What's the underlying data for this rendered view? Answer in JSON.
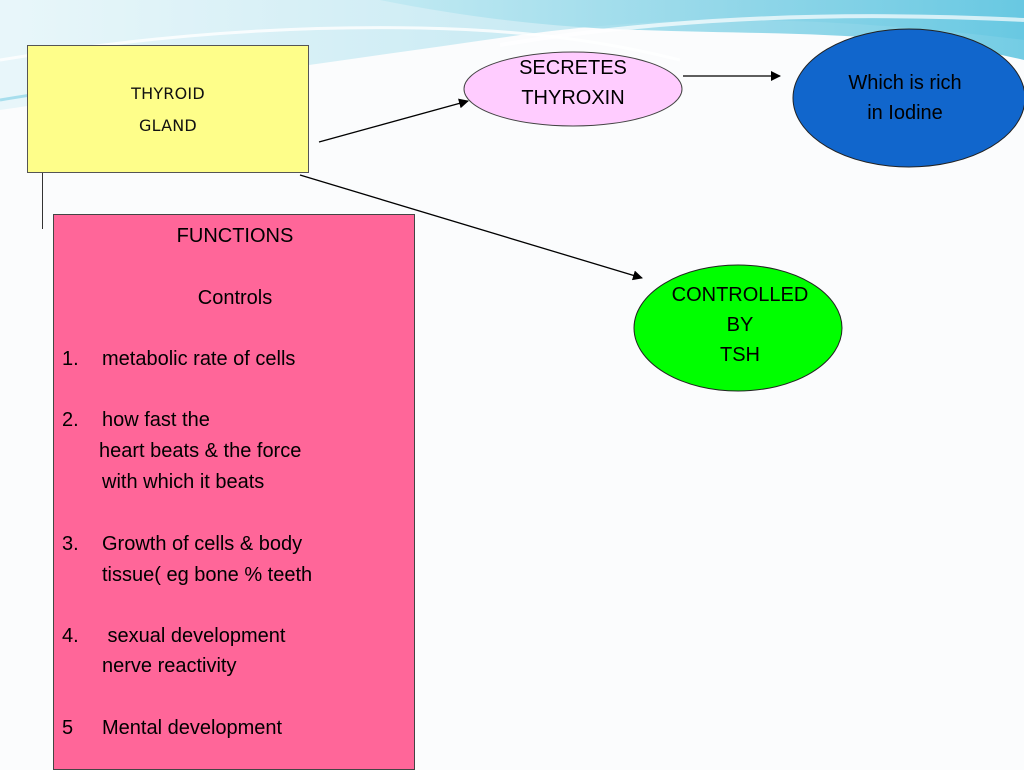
{
  "thyroid": {
    "line1": "THYROID",
    "line2": "GLAND"
  },
  "secretes": {
    "line1": "SECRETES",
    "line2": "THYROXIN"
  },
  "iodine": {
    "line1": "Which is rich",
    "line2": "in Iodine"
  },
  "controlled": {
    "line1": "CONTROLLED",
    "line2": "BY",
    "line3": "TSH"
  },
  "functions": {
    "title": "FUNCTIONS",
    "subtitle": "Controls",
    "items": [
      {
        "num": "1.",
        "lines": [
          "metabolic rate of cells"
        ]
      },
      {
        "num": "2.",
        "lines": [
          "how fast the",
          "heart beats & the force",
          "with which it beats"
        ]
      },
      {
        "num": "3.",
        "lines": [
          "Growth of cells & body",
          "tissue( eg bone % teeth"
        ]
      },
      {
        "num": "4.",
        "lines": [
          " sexual development",
          "nerve reactivity"
        ]
      },
      {
        "num": "5",
        "lines": [
          "Mental development"
        ]
      }
    ]
  },
  "colors": {
    "thyroid_fill": "#fefe8a",
    "secretes_fill": "#ffccff",
    "iodine_fill": "#1166cc",
    "controlled_fill": "#00ff00",
    "functions_fill": "#ff6699"
  }
}
